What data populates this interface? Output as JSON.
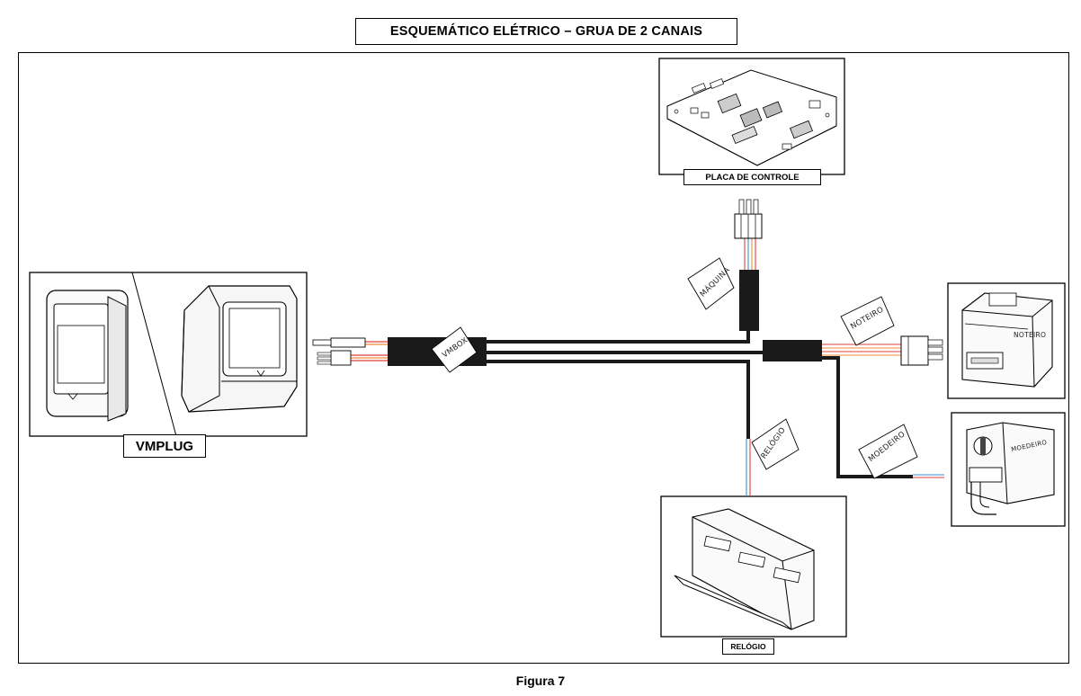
{
  "title": "ESQUEMÁTICO ELÉTRICO – GRUA DE 2 CANAIS",
  "caption": "Figura 7",
  "components": {
    "vmplug": "VMPLUG",
    "placa": "PLACA DE CONTROLE",
    "relogio": "RELÓGIO",
    "noteiro_device": "NOTEIRO",
    "moedeiro_device": "MOEDEIRO"
  },
  "cable_tags": {
    "maquina": "MÁQUINA",
    "vmbox": "VMBOX",
    "noteiro": "NOTEIRO",
    "relogio": "RELÓGIO",
    "moedeiro": "MOEDEIRO"
  },
  "colors": {
    "cable": "#1a1a1a",
    "wire_red": "#e0413a",
    "wire_blue": "#3b8fd9",
    "wire_orange": "#f08a3a"
  },
  "icons": [
    "vmplug-device-icon",
    "control-board-icon",
    "bill-acceptor-icon",
    "coin-acceptor-icon",
    "clock-counter-icon",
    "connector-icon"
  ]
}
